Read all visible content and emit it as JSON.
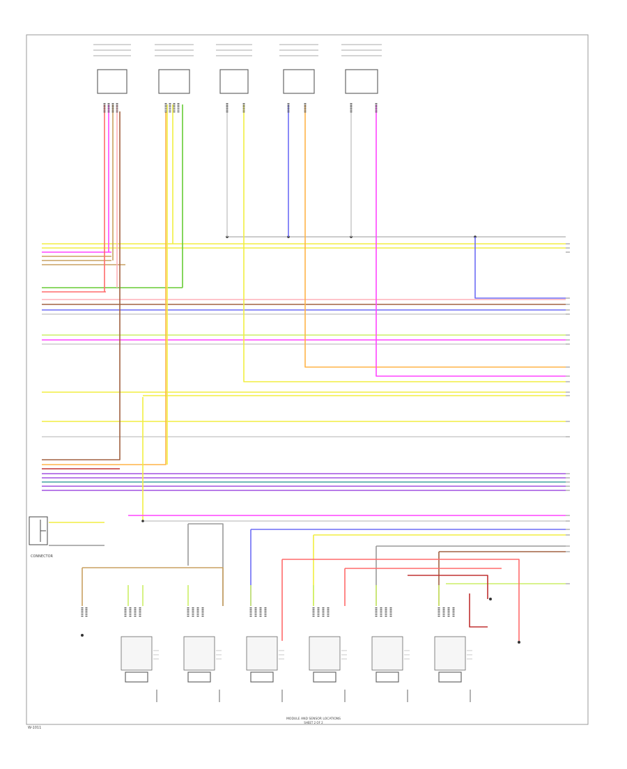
{
  "colors": {
    "red": "#ff6a6a",
    "pink": "#ffb0b8",
    "tan": "#c8a060",
    "orange": "#ffb347",
    "yellow": "#f2ee40",
    "green": "#66cc33",
    "lime": "#ccee66",
    "blue": "#6c6cf5",
    "violet": "#a050e0",
    "magenta": "#ff44ff",
    "grey": "#999999",
    "lightgrey": "#cccccc",
    "brown": "#a06040",
    "teal": "#40a0a0",
    "darkred": "#c03030"
  },
  "labels": {
    "connector": "CONNECTOR",
    "footer_1": "MODULE AND SENSOR LOCATIONS",
    "footer_2": "SHEET 2 OF 2",
    "corner": "W-1011"
  }
}
